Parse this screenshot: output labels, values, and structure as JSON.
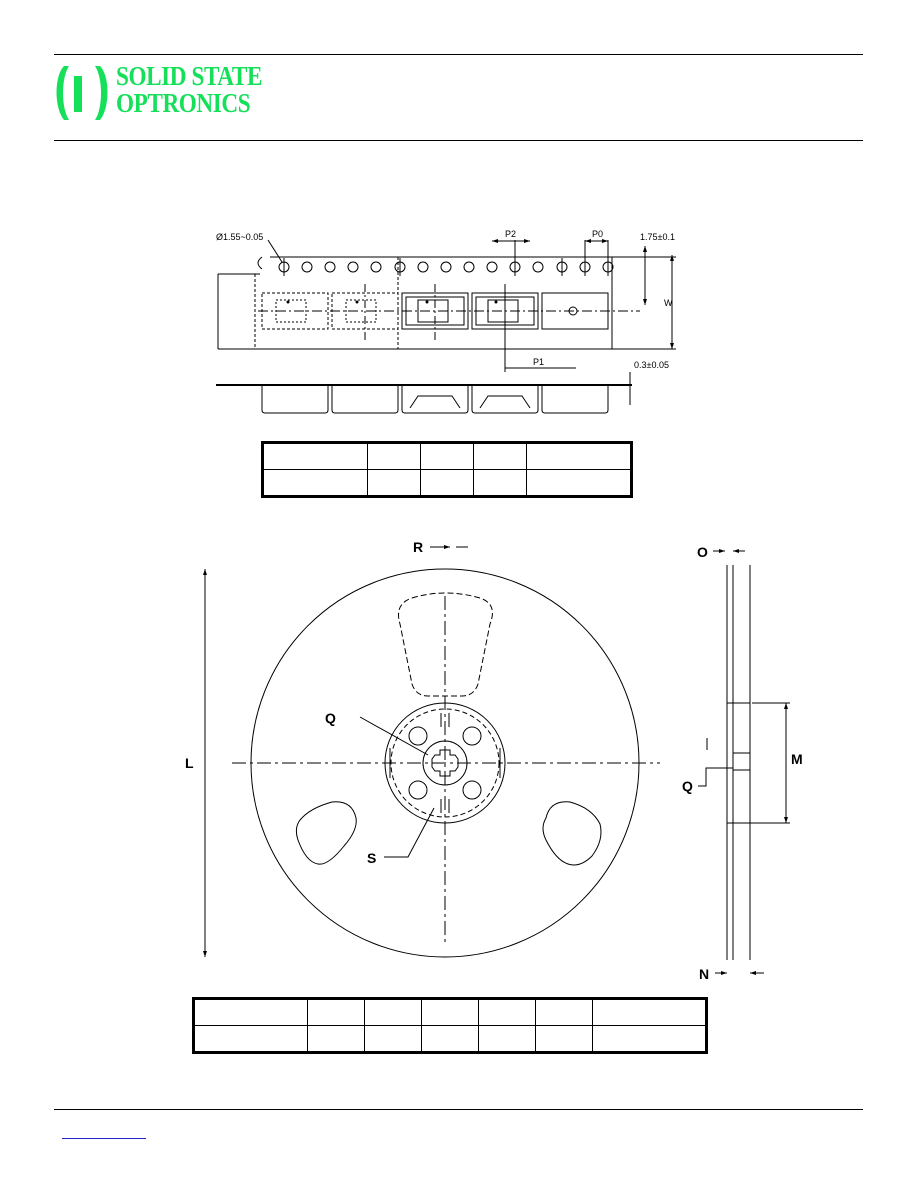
{
  "header": {
    "company_line1": "SOLID STATE",
    "company_line2": "OPTRONICS",
    "brand_color": "#16e05a"
  },
  "tape_drawing": {
    "hole_diameter": "Ø1.55~0.05",
    "pitch_p2": "P2",
    "pitch_p0": "P0",
    "edge_dim": "1.75±0.1",
    "width_w": "W",
    "pitch_p1": "P1",
    "thickness": "0.3±0.05"
  },
  "tape_table": {
    "rows": [
      [
        "",
        "",
        "",
        "",
        ""
      ],
      [
        "",
        "",
        "",
        "",
        ""
      ]
    ]
  },
  "reel_drawing": {
    "label_r": "R",
    "label_o": "O",
    "label_l": "L",
    "label_q_front": "Q",
    "label_s": "S",
    "label_m": "M",
    "label_q_side": "Q",
    "label_n": "N"
  },
  "reel_table": {
    "rows": [
      [
        "",
        "",
        "",
        "",
        "",
        "",
        ""
      ],
      [
        "",
        "",
        "",
        "",
        "",
        "",
        ""
      ]
    ]
  }
}
